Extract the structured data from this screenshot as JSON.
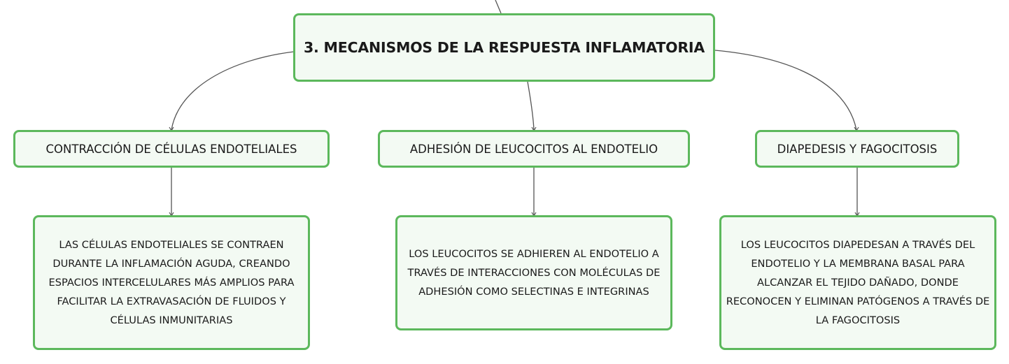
{
  "diagram": {
    "root": {
      "label": "3. MECANISMOS DE LA RESPUESTA INFLAMATORIA"
    },
    "branches": [
      {
        "title": "CONTRACCIÓN DE CÉLULAS ENDOTELIALES",
        "detail": "LAS CÉLULAS ENDOTELIALES SE CONTRAEN DURANTE LA INFLAMACIÓN AGUDA, CREANDO ESPACIOS INTERCELULARES MÁS AMPLIOS PARA FACILITAR LA EXTRAVASACIÓN DE FLUIDOS Y CÉLULAS INMUNITARIAS"
      },
      {
        "title": "ADHESIÓN DE LEUCOCITOS AL ENDOTELIO",
        "detail": "LOS LEUCOCITOS SE ADHIEREN AL ENDOTELIO A TRAVÉS DE INTERACCIONES CON MOLÉCULAS DE ADHESIÓN COMO SELECTINAS E INTEGRINAS"
      },
      {
        "title": "DIAPEDESIS Y FAGOCITOSIS",
        "detail": "LOS LEUCOCITOS DIAPEDESAN A TRAVÉS DEL ENDOTELIO Y LA MEMBRANA BASAL PARA ALCANZAR EL TEJIDO DAÑADO, DONDE RECONOCEN Y ELIMINAN PATÓGENOS A TRAVÉS DE LA FAGOCITOSIS"
      }
    ],
    "colors": {
      "node_border": "#5cb85c",
      "node_fill": "#f3faf3",
      "connector": "#555555"
    }
  }
}
